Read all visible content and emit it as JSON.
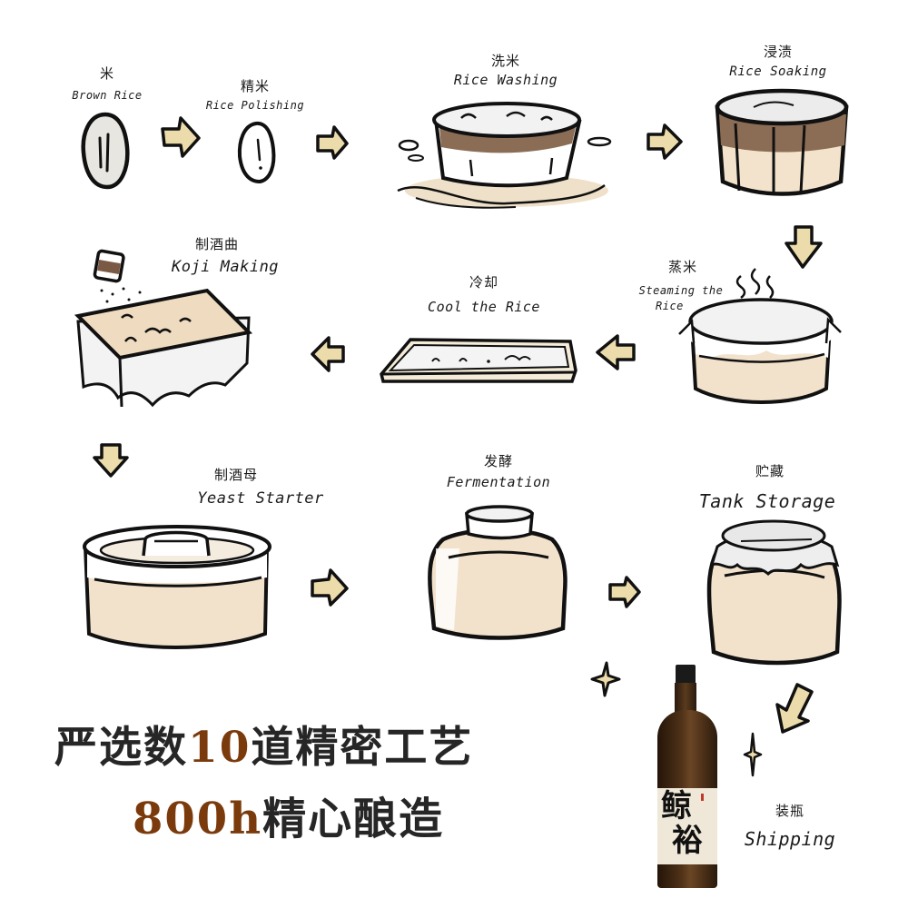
{
  "diagram": {
    "title": "Sake brewing process",
    "colors": {
      "outline": "#111111",
      "arrow_fill": "#ecdcab",
      "rice_fill": "#f1e0c7",
      "wood_brown": "#8a6a50",
      "accent_brown": "#7a3a0c",
      "text_dark": "#262626",
      "bottle_brown": "#3a2412",
      "label_cream": "#efe8d8"
    },
    "steps": [
      {
        "id": 1,
        "cn": "米",
        "en": "Brown Rice",
        "icon": "rice-grain-icon"
      },
      {
        "id": 2,
        "cn": "精米",
        "en": "Rice Polishing",
        "icon": "polished-rice-grain-icon"
      },
      {
        "id": 3,
        "cn": "洗米",
        "en": "Rice Washing",
        "icon": "washing-tub-icon"
      },
      {
        "id": 4,
        "cn": "浸渍",
        "en": "Rice Soaking",
        "icon": "soaking-barrel-icon"
      },
      {
        "id": 5,
        "cn": "蒸米",
        "en": "Steaming the Rice",
        "en_lines": [
          "Steaming the",
          "Rice"
        ],
        "icon": "steaming-pot-icon"
      },
      {
        "id": 6,
        "cn": "冷却",
        "en": "Cool the Rice",
        "icon": "cooling-tray-icon"
      },
      {
        "id": 7,
        "cn": "制酒曲",
        "en": "Koji Making",
        "icon": "koji-table-icon"
      },
      {
        "id": 8,
        "cn": "制酒母",
        "en": "Yeast Starter",
        "icon": "yeast-starter-pot-icon"
      },
      {
        "id": 9,
        "cn": "发酵",
        "en": "Fermentation",
        "icon": "fermentation-jar-icon"
      },
      {
        "id": 10,
        "cn": "贮藏",
        "en": "Tank Storage",
        "icon": "storage-jar-icon"
      },
      {
        "id": 11,
        "cn": "装瓶",
        "en": "Shipping",
        "icon": "sake-bottle-icon"
      }
    ],
    "flow_arrows": [
      {
        "from": 1,
        "to": 2,
        "direction": "right"
      },
      {
        "from": 2,
        "to": 3,
        "direction": "right"
      },
      {
        "from": 3,
        "to": 4,
        "direction": "right"
      },
      {
        "from": 4,
        "to": 5,
        "direction": "down"
      },
      {
        "from": 5,
        "to": 6,
        "direction": "left"
      },
      {
        "from": 6,
        "to": 7,
        "direction": "left"
      },
      {
        "from": 7,
        "to": 8,
        "direction": "down"
      },
      {
        "from": 8,
        "to": 9,
        "direction": "right"
      },
      {
        "from": 9,
        "to": 10,
        "direction": "right"
      },
      {
        "from": 10,
        "to": 11,
        "direction": "down-left"
      }
    ]
  },
  "headline": {
    "line1_pre": "严选数",
    "line1_num": "10",
    "line1_post": "道精密工艺",
    "line2_num": "800h",
    "line2_post": "精心酿造"
  },
  "bottle": {
    "brand": "鲸裕",
    "brand_char1": "鲸",
    "brand_char2": "裕"
  }
}
